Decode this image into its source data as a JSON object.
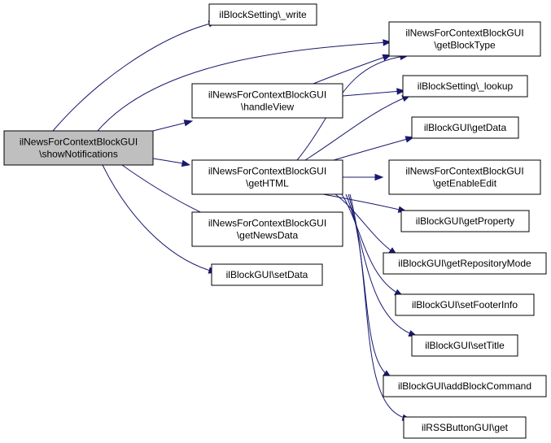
{
  "nodes": [
    {
      "id": "n0",
      "lines": [
        "ilNewsForContextBlockGUI",
        "\\showNotifications"
      ],
      "root": true
    },
    {
      "id": "n1",
      "lines": [
        "ilBlockSetting\\_write"
      ]
    },
    {
      "id": "n2",
      "lines": [
        "ilNewsForContextBlockGUI",
        "\\handleView"
      ]
    },
    {
      "id": "n3",
      "lines": [
        "ilNewsForContextBlockGUI",
        "\\getHTML"
      ]
    },
    {
      "id": "n4",
      "lines": [
        "ilNewsForContextBlockGUI",
        "\\getNewsData"
      ]
    },
    {
      "id": "n5",
      "lines": [
        "ilBlockGUI\\setData"
      ]
    },
    {
      "id": "n6",
      "lines": [
        "ilNewsForContextBlockGUI",
        "\\getBlockType"
      ]
    },
    {
      "id": "n7",
      "lines": [
        "ilBlockSetting\\_lookup"
      ]
    },
    {
      "id": "n8",
      "lines": [
        "ilBlockGUI\\getData"
      ]
    },
    {
      "id": "n9",
      "lines": [
        "ilNewsForContextBlockGUI",
        "\\getEnableEdit"
      ]
    },
    {
      "id": "n10",
      "lines": [
        "ilBlockGUI\\getProperty"
      ]
    },
    {
      "id": "n11",
      "lines": [
        "ilBlockGUI\\getRepositoryMode"
      ]
    },
    {
      "id": "n12",
      "lines": [
        "ilBlockGUI\\setFooterInfo"
      ]
    },
    {
      "id": "n13",
      "lines": [
        "ilBlockGUI\\setTitle"
      ]
    },
    {
      "id": "n14",
      "lines": [
        "ilBlockGUI\\addBlockCommand"
      ]
    },
    {
      "id": "n15",
      "lines": [
        "ilRSSButtonGUI\\get"
      ]
    }
  ],
  "edges": [
    {
      "from": "n0",
      "to": "n1"
    },
    {
      "from": "n0",
      "to": "n6"
    },
    {
      "from": "n0",
      "to": "n2"
    },
    {
      "from": "n0",
      "to": "n3"
    },
    {
      "from": "n0",
      "to": "n4"
    },
    {
      "from": "n0",
      "to": "n5"
    },
    {
      "from": "n2",
      "to": "n6"
    },
    {
      "from": "n2",
      "to": "n7"
    },
    {
      "from": "n3",
      "to": "n6"
    },
    {
      "from": "n3",
      "to": "n7"
    },
    {
      "from": "n3",
      "to": "n8"
    },
    {
      "from": "n3",
      "to": "n9"
    },
    {
      "from": "n3",
      "to": "n10"
    },
    {
      "from": "n3",
      "to": "n11"
    },
    {
      "from": "n3",
      "to": "n12"
    },
    {
      "from": "n3",
      "to": "n13"
    },
    {
      "from": "n3",
      "to": "n14"
    },
    {
      "from": "n3",
      "to": "n15"
    }
  ]
}
